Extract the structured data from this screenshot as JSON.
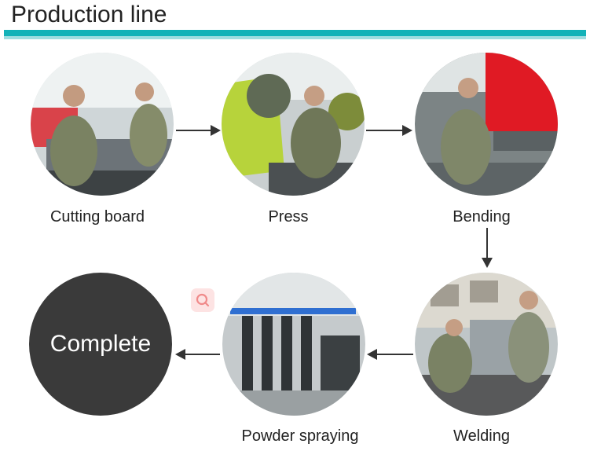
{
  "header": {
    "title": "Production line"
  },
  "colors": {
    "accent": "#13b2b8",
    "complete_fill": "#3a3a3a"
  },
  "steps": [
    {
      "label": "Cutting board"
    },
    {
      "label": "Press"
    },
    {
      "label": "Bending"
    },
    {
      "label": "Welding"
    },
    {
      "label": "Powder spraying"
    }
  ],
  "final_step": {
    "label": "Complete"
  }
}
